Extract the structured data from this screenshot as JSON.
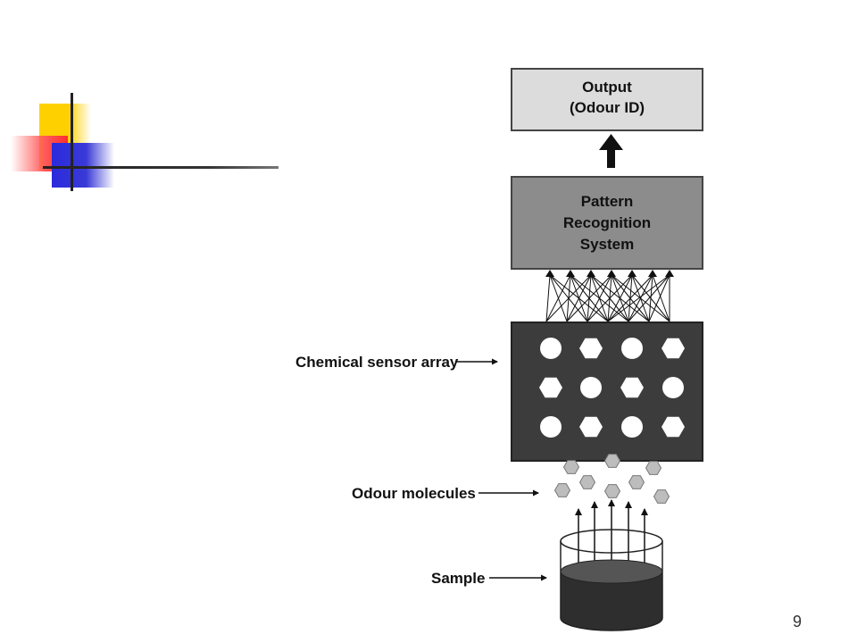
{
  "diagram": {
    "output_box": {
      "lines": [
        "Output",
        "(Odour ID)"
      ]
    },
    "pattern_box": {
      "lines": [
        "Pattern",
        "Recognition",
        "System"
      ]
    },
    "labels": {
      "sensor_array": "Chemical sensor array",
      "odour_molecules": "Odour molecules",
      "sample": "Sample"
    }
  },
  "page_number": "9",
  "colors": {
    "output_fill": "#dcdcdc",
    "pattern_fill": "#8c8c8c",
    "sensor_fill": "#3c3c3c",
    "molecule_fill": "#bdbdbd",
    "liquid_fill": "#333333"
  }
}
